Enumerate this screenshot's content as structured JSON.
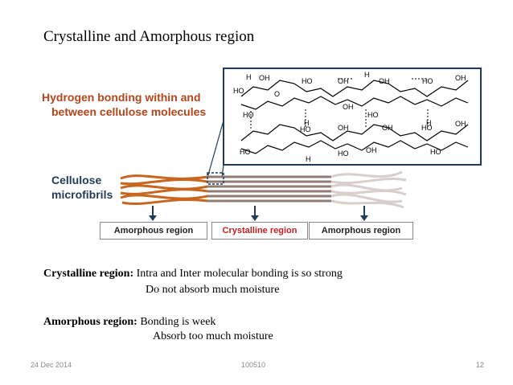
{
  "slide": {
    "title": "Crystalline and Amorphous region",
    "figure": {
      "hydrogen_label_line1": "Hydrogen bonding within and",
      "hydrogen_label_line2": "between cellulose molecules",
      "microfibrils_line1": "Cellulose",
      "microfibrils_line2": "microfibrils",
      "region_left": "Amorphous  region",
      "region_center": "Crystalline region",
      "region_right": "Amorphous  region",
      "oh_label": "OH",
      "ho_label": "HO",
      "h_label": "H",
      "o_label": "O"
    },
    "crystalline": {
      "label": "Crystalline region:",
      "line1": " Intra and Inter molecular bonding is so strong",
      "line2": "Do not absorb much moisture"
    },
    "amorphous": {
      "label": "Amorphous region:",
      "line1": " Bonding is week",
      "line2": "Absorb too much moisture"
    },
    "footer": {
      "date": "24 Dec 2014",
      "code": "100510",
      "page": "12"
    },
    "colors": {
      "hydrogen_label": "#b5451b",
      "microfibrils_label": "#1f3a5a",
      "crystalline_label": "#c62020",
      "fibre_orange": "#c8651f",
      "fibre_grey": "#8f7c74",
      "fibre_light": "#d8cfcc",
      "arrow": "#1f3a5a",
      "molecule_border": "#1f3a5a"
    }
  }
}
